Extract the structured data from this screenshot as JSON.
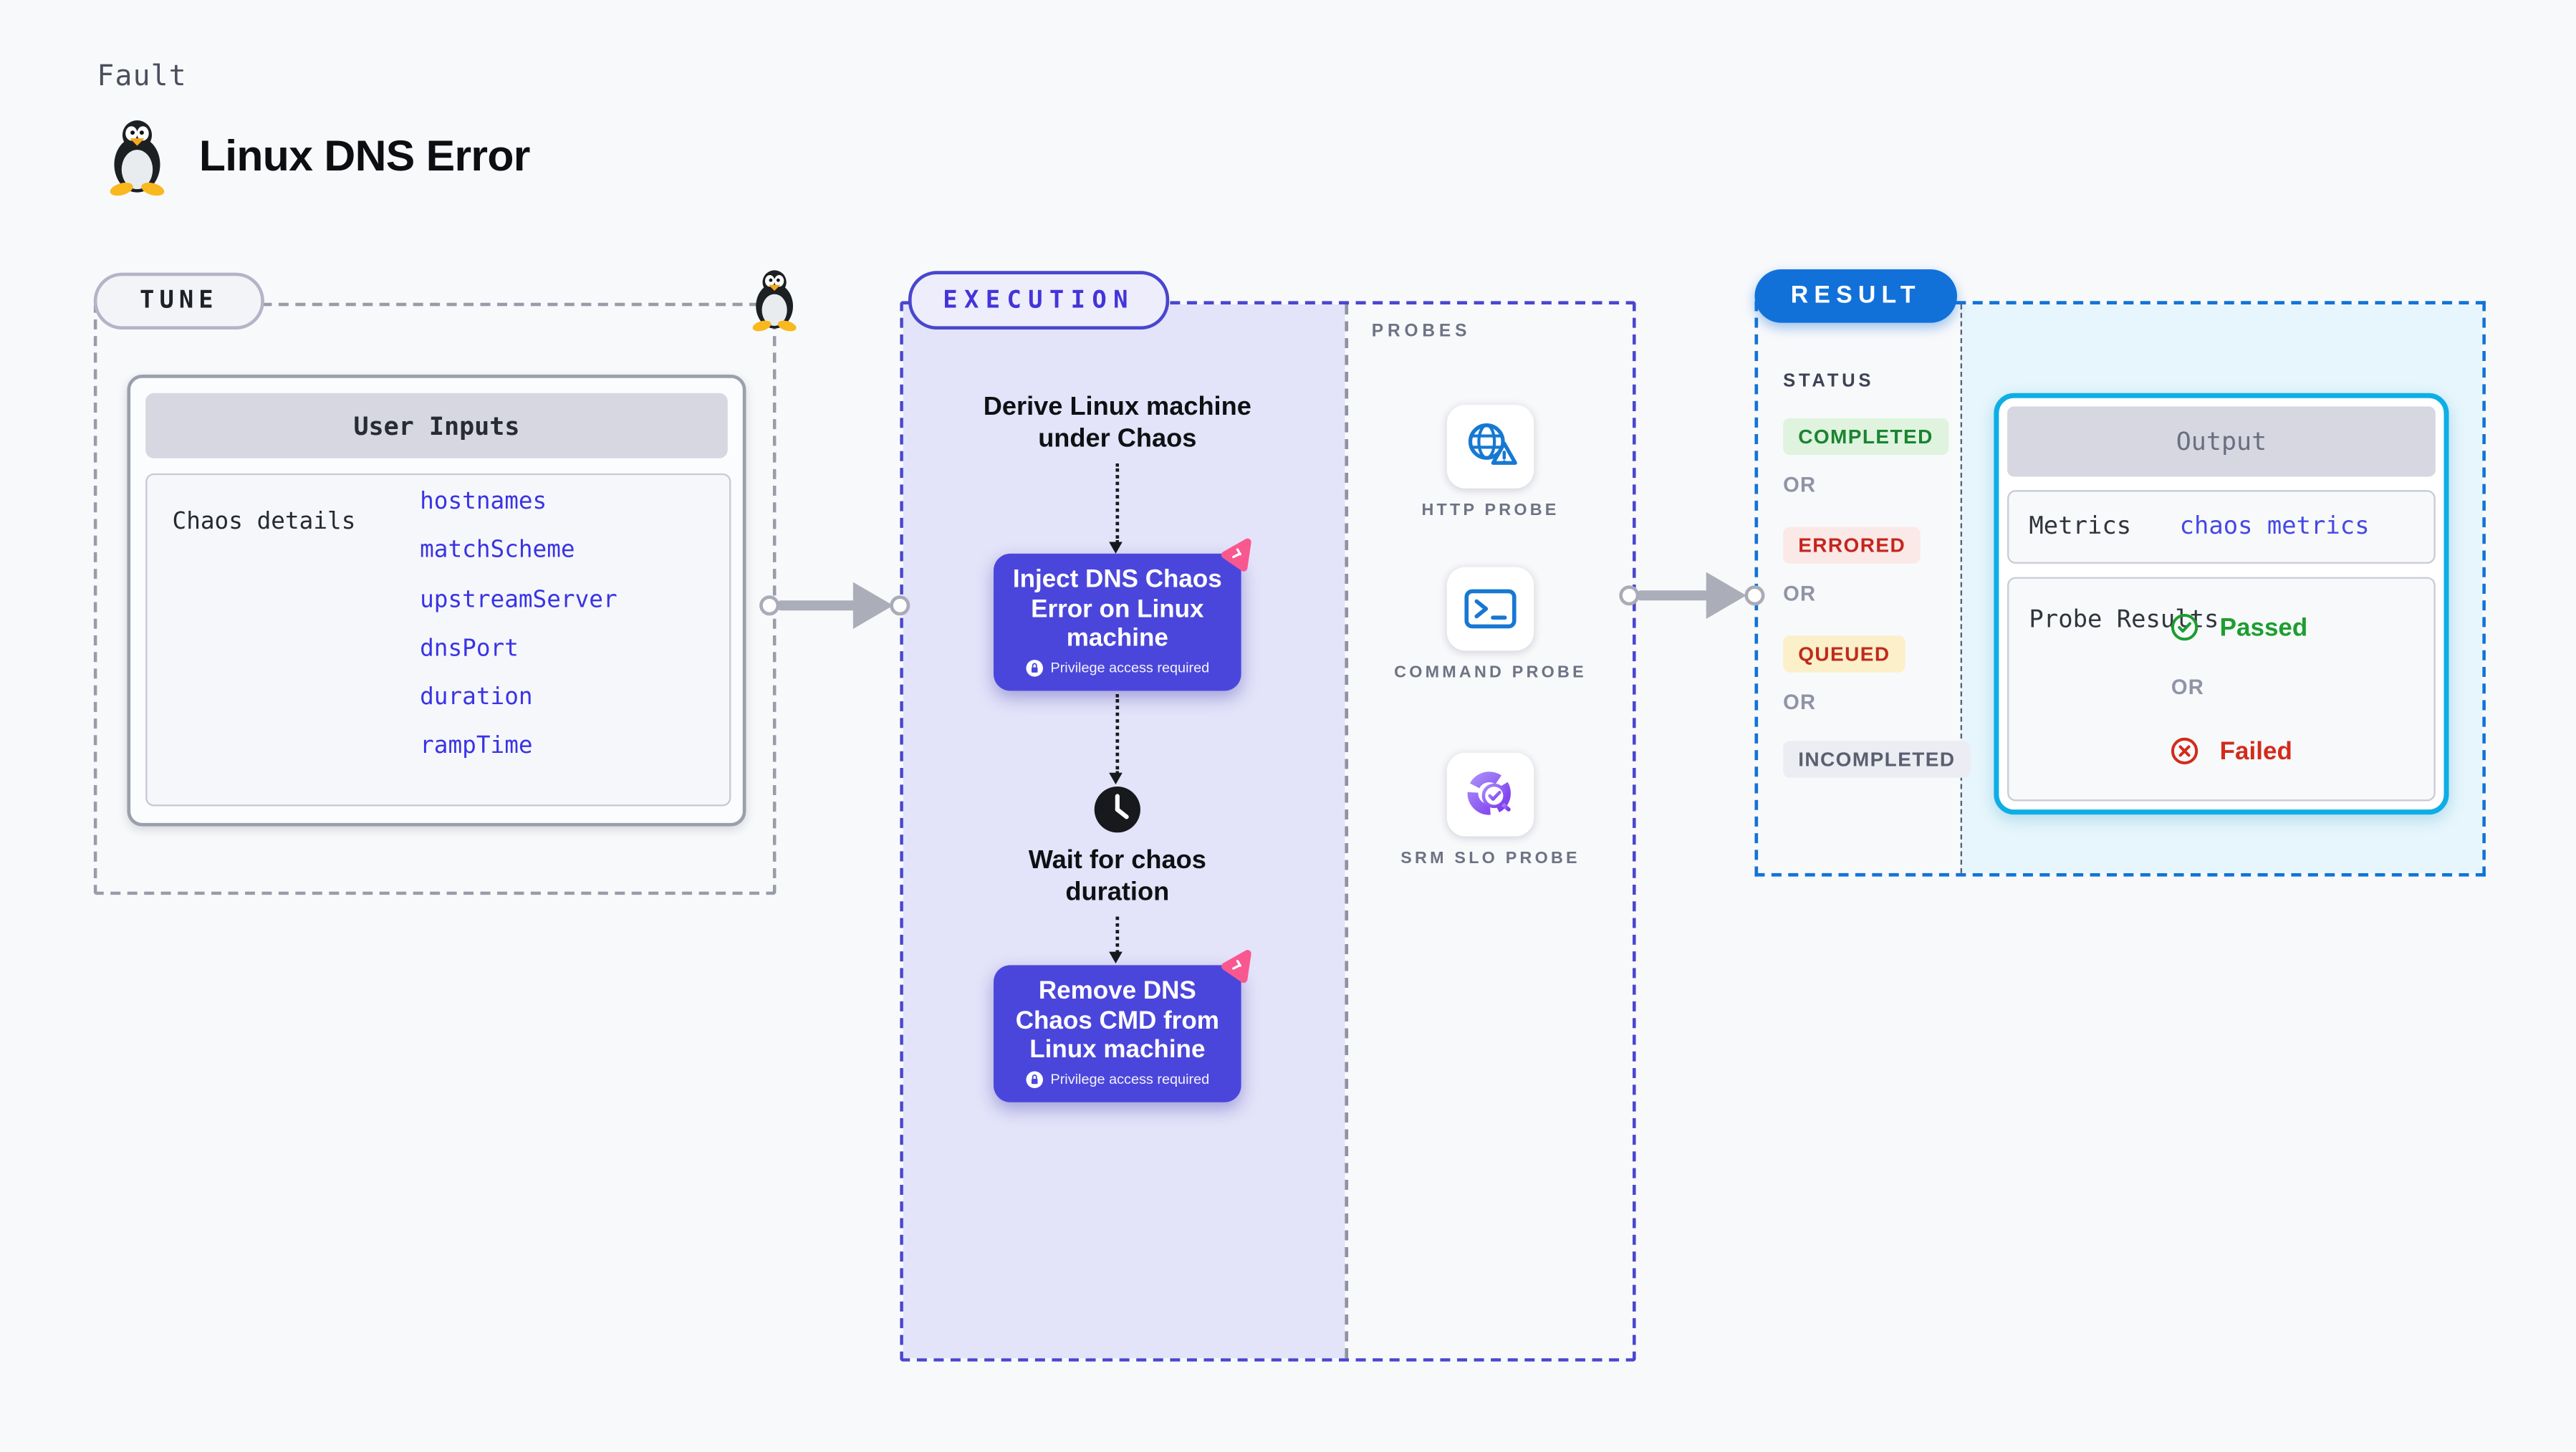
{
  "page": {
    "kicker": "Fault",
    "title": "Linux DNS Error"
  },
  "colors": {
    "page_bg": "#F8F9FB",
    "indigo_accent": "#4946CE",
    "button_indigo": "#4B46DB",
    "lavender_fill": "#E3E3F9",
    "result_blue": "#1171D9",
    "cyan_border": "#0EAEE5",
    "cyan_fill": "#E7F6FC",
    "link_blue": "#3A34E4",
    "chaos_pink": "#F8588F",
    "passed_green": "#1D9E30",
    "failed_red": "#D22B1B",
    "arrow_gray": "#ABAEB9"
  },
  "tune": {
    "badge": "TUNE",
    "card": {
      "title": "User Inputs",
      "row_label": "Chaos details",
      "inputs": [
        "hostnames",
        "matchScheme",
        "upstreamServer",
        "dnsPort",
        "duration",
        "rampTime"
      ]
    }
  },
  "execution": {
    "badge": "EXECUTION",
    "step1": "Derive Linux machine under Chaos",
    "inject": {
      "title": "Inject DNS Chaos Error on Linux machine",
      "note": "Privilege access required"
    },
    "wait": "Wait for chaos duration",
    "remove": {
      "title": "Remove DNS Chaos CMD from Linux machine",
      "note": "Privilege access required"
    }
  },
  "probes": {
    "label": "PROBES",
    "items": [
      {
        "label": "HTTP PROBE",
        "icon": "globe-alert-icon"
      },
      {
        "label": "COMMAND PROBE",
        "icon": "terminal-icon"
      },
      {
        "label": "SRM SLO PROBE",
        "icon": "slo-donut-icon"
      }
    ]
  },
  "result": {
    "badge": "RESULT",
    "status_label": "STATUS",
    "or_label": "OR",
    "statuses": [
      {
        "label": "COMPLETED",
        "bg": "#DFF3DF",
        "color": "#1B8430"
      },
      {
        "label": "ERRORED",
        "bg": "#FBE9E8",
        "color": "#C5251C"
      },
      {
        "label": "QUEUED",
        "bg": "#FBF0C9",
        "color": "#BF2B1C"
      },
      {
        "label": "INCOMPLETED",
        "bg": "#ECEDF3",
        "color": "#5A5F70"
      }
    ],
    "output": {
      "title": "Output",
      "metrics_label": "Metrics",
      "metrics_link": "chaos metrics",
      "probe_results_label": "Probe Results",
      "passed": "Passed",
      "or_label": "OR",
      "failed": "Failed"
    }
  }
}
